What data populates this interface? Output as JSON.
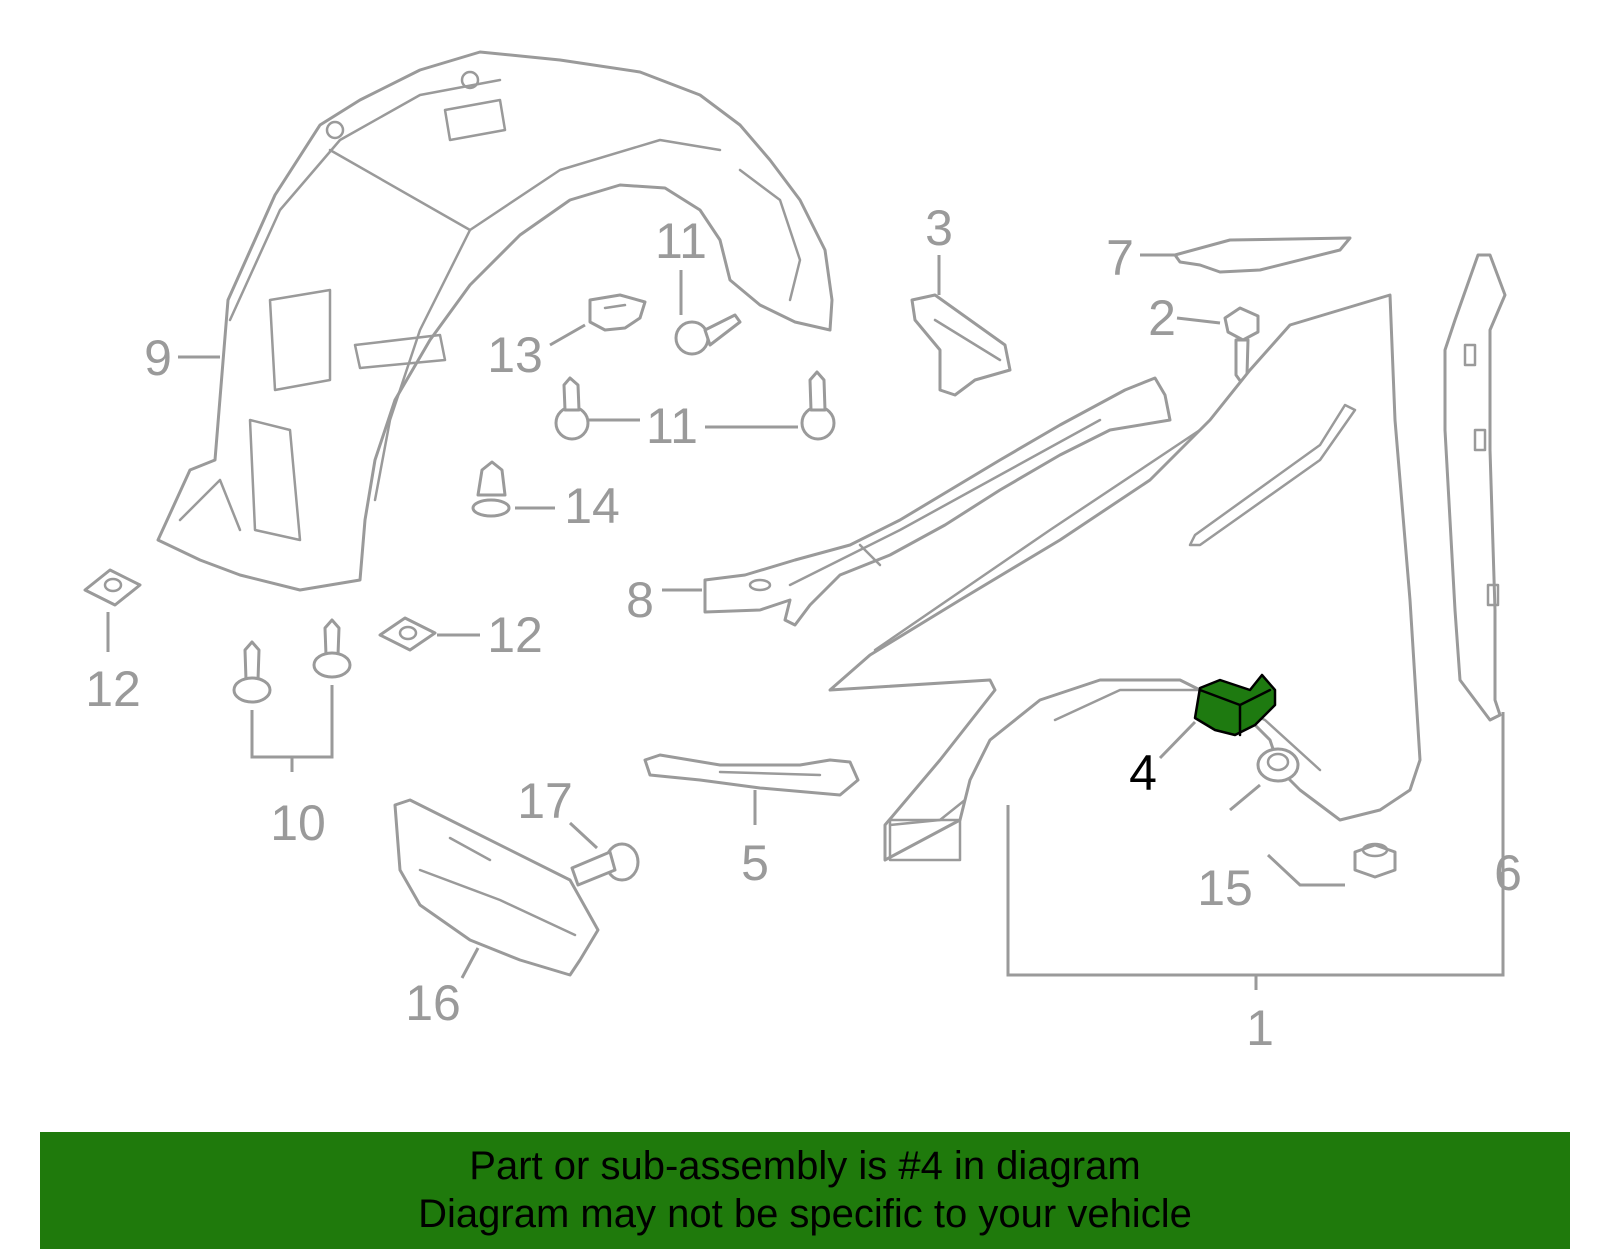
{
  "diagram": {
    "callouts": [
      {
        "id": "1",
        "text": "1"
      },
      {
        "id": "2",
        "text": "2"
      },
      {
        "id": "3",
        "text": "3"
      },
      {
        "id": "4",
        "text": "4",
        "highlighted": true
      },
      {
        "id": "5",
        "text": "5"
      },
      {
        "id": "6",
        "text": "6"
      },
      {
        "id": "7",
        "text": "7"
      },
      {
        "id": "8",
        "text": "8"
      },
      {
        "id": "9",
        "text": "9"
      },
      {
        "id": "10",
        "text": "10"
      },
      {
        "id": "11a",
        "text": "11"
      },
      {
        "id": "11b",
        "text": "11"
      },
      {
        "id": "12a",
        "text": "12"
      },
      {
        "id": "12b",
        "text": "12"
      },
      {
        "id": "13",
        "text": "13"
      },
      {
        "id": "14",
        "text": "14"
      },
      {
        "id": "15",
        "text": "15"
      },
      {
        "id": "16",
        "text": "16"
      },
      {
        "id": "17",
        "text": "17"
      }
    ],
    "colors": {
      "line_art": "#9a9a9a",
      "highlight_part": "#1e7a10",
      "banner_background": "#1f7a0c"
    }
  },
  "banner": {
    "line1": "Part or sub-assembly is #4 in diagram",
    "line2": "Diagram may not be specific to your vehicle"
  }
}
